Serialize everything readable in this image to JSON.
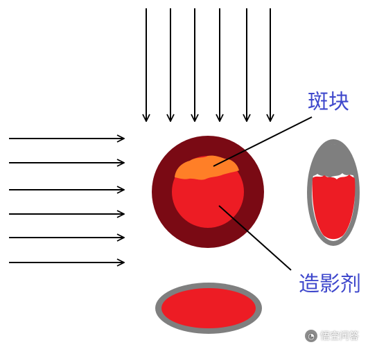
{
  "labels": {
    "plaque": "斑块",
    "contrast_agent": "造影剂"
  },
  "watermark": {
    "text": "悟空问答"
  },
  "colors": {
    "arrow": "#000000",
    "vessel_wall": "#7a0a14",
    "lumen": "#ed1c24",
    "plaque": "#ff7f27",
    "vessel_shell": "#7f7f7f",
    "label_text": "#3f48cc"
  }
}
